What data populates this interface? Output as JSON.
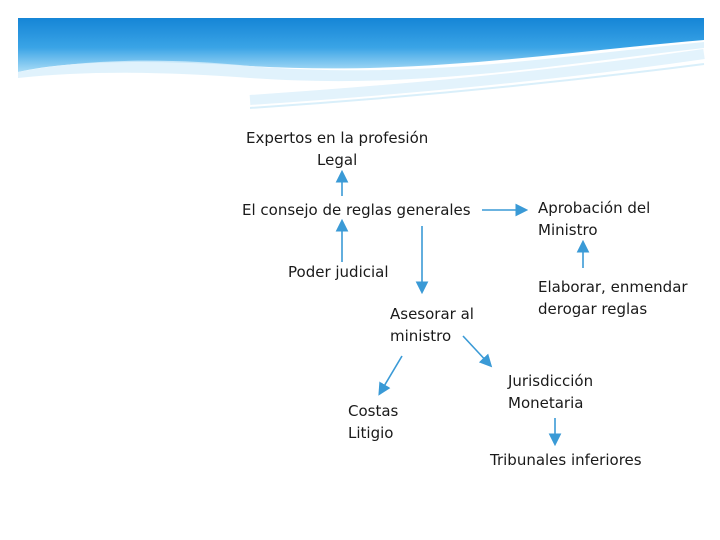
{
  "colors": {
    "banner_dark": "#1b8fd8",
    "banner_light": "#8fd0f4",
    "arrow": "#3a9ad6",
    "text": "#1a1a1a"
  },
  "nodes": {
    "expertos": "Expertos en la profesión\nLegal",
    "consejo": "El consejo de reglas generales",
    "poder_judicial": "Poder judicial",
    "asesorar": "Asesorar al\nministro",
    "costas": "Costas\nLitigio",
    "aprobacion": "Aprobación del\nMinistro",
    "elaborar": "Elaborar, enmendar\nderogar reglas",
    "jurisdiccion": "Jurisdicción\nMonetaria",
    "tribunales": "Tribunales inferiores"
  }
}
